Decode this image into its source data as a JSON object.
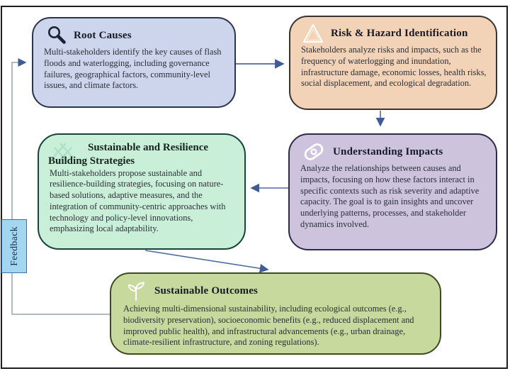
{
  "figure": {
    "type": "flow-diagram",
    "feedback_label": "Feedback",
    "boxes": [
      {
        "id": "root-causes",
        "icon": "magnifier-icon",
        "title": "Root Causes",
        "body": "Multi-stakeholders identify the key causes of flash floods and waterlogging, including governance failures, geographical factors, community-level issues, and climate factors.",
        "fill": "#cdd5ec",
        "border": "#2b3550"
      },
      {
        "id": "risk-hazard",
        "icon": "warning-triangle-icon",
        "title": "Risk & Hazard Identification",
        "body": "Stakeholders analyze risks and impacts, such as the frequency of waterlogging and inundation, infrastructure damage, economic losses, health risks, social displacement, and ecological degradation.",
        "fill": "#f2d3b7",
        "border": "#3a332c"
      },
      {
        "id": "understanding-impacts",
        "icon": "link-icon",
        "title": "Understanding Impacts",
        "body": "Analyze the relationships between causes and impacts, focusing on how these factors interact in specific contexts such as risk severity and adaptive capacity. The goal is to gain insights and uncover underlying patterns, processes, and stakeholder dynamics involved.",
        "fill": "#cdc3dd",
        "border": "#2e2a4a"
      },
      {
        "id": "strategies",
        "icon": "lattice-icon",
        "title": "Sustainable and Resilience Building Strategies",
        "body": "Multi-stakeholders propose sustainable and resilience-building strategies, focusing on nature-based solutions, adaptive measures, and the integration of community-centric approaches with technology and policy-level innovations, emphasizing local adaptability.",
        "fill": "#caefd8",
        "border": "#16443c"
      },
      {
        "id": "outcomes",
        "icon": "sprout-icon",
        "title": "Sustainable Outcomes",
        "body": "Achieving multi-dimensional sustainability, including ecological outcomes (e.g., biodiversity preservation), socioeconomic benefits (e.g., reduced displacement and improved public health), and infrastructural advancements (e.g., urban drainage, climate-resilient infrastructure, and zoning regulations).",
        "fill": "#c7d99c",
        "border": "#3f4a20"
      }
    ],
    "connections": [
      {
        "from": "root-causes",
        "to": "risk-hazard"
      },
      {
        "from": "risk-hazard",
        "to": "understanding-impacts"
      },
      {
        "from": "understanding-impacts",
        "to": "strategies"
      },
      {
        "from": "strategies",
        "to": "outcomes"
      },
      {
        "from": "outcomes",
        "to": "root-causes",
        "label": "Feedback"
      }
    ],
    "colors": {
      "arrow": "#4d6a9c",
      "arrowhead": "#3d5c98",
      "feedback_line": "#98a0a6",
      "feedback_box_fill": "#a2d6f1",
      "feedback_box_border": "#44719f",
      "frame": "#1e1e1e"
    }
  }
}
